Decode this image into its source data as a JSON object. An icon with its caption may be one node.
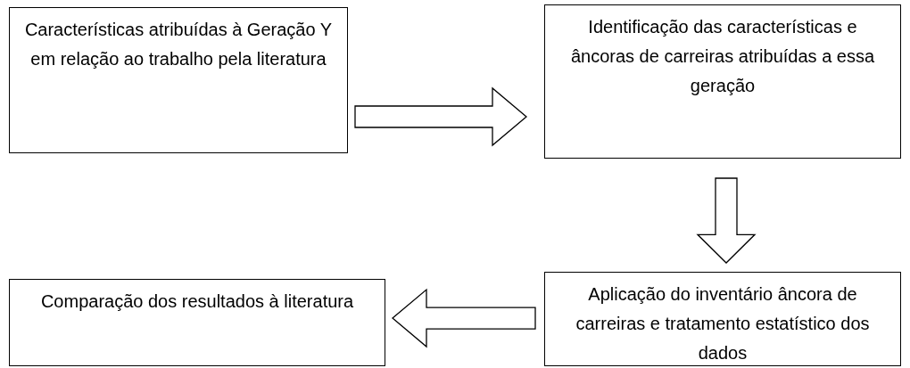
{
  "diagram": {
    "nodes": [
      {
        "text": [
          "Características atribuídas à Geração Y em relação ao trabalho pela literatura"
        ]
      },
      {
        "text": [
          "Identificação das características e âncoras de carreiras atribuídas a essa geração"
        ]
      },
      {
        "text": [
          "Aplicação do inventário âncora de carreiras e tratamento estatístico dos dados"
        ]
      },
      {
        "text": [
          "Comparação dos resultados à literatura"
        ]
      }
    ],
    "edges": [
      {
        "from": 0,
        "to": 1,
        "arrow": "to"
      },
      {
        "from": 1,
        "to": 2,
        "arrow": "to"
      },
      {
        "from": 2,
        "to": 3,
        "arrow": "to"
      }
    ]
  }
}
